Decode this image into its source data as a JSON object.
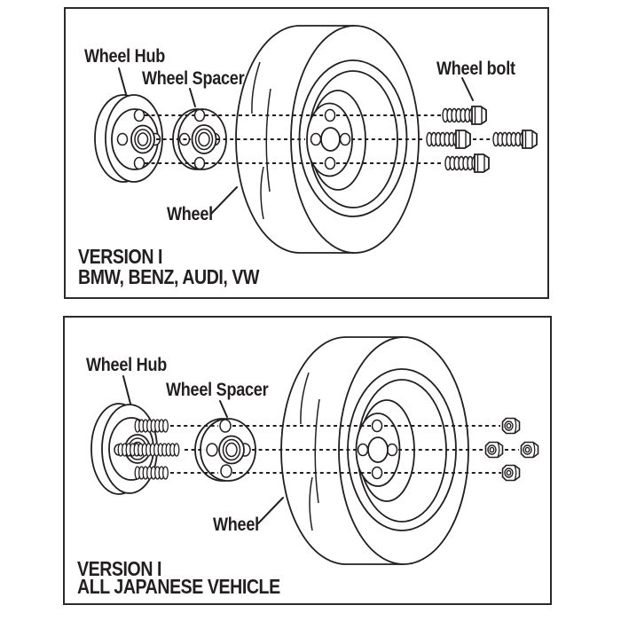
{
  "colors": {
    "line": "#231f20",
    "panel_border": "#2b2b2b",
    "background": "#ffffff"
  },
  "panels": [
    {
      "labels": {
        "wheel_hub": "Wheel Hub",
        "wheel_spacer": "Wheel Spacer",
        "wheel": "Wheel",
        "wheel_bolt": "Wheel bolt"
      },
      "version": "VERSION I",
      "vehicles": "BMW, BENZ, AUDI, VW"
    },
    {
      "labels": {
        "wheel_hub": "Wheel Hub",
        "wheel_spacer": "Wheel Spacer",
        "wheel": "Wheel"
      },
      "version": "VERSION I",
      "vehicles": "ALL JAPANESE VEHICLE"
    }
  ]
}
